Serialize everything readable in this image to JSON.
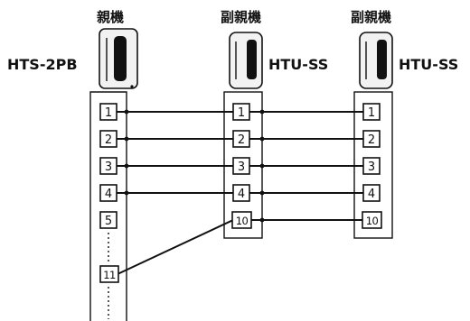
{
  "units": {
    "master": {
      "title": "親機",
      "model": "HTS-2PB",
      "terminals": [
        "1",
        "2",
        "3",
        "4",
        "5",
        "11"
      ]
    },
    "sub1": {
      "title": "副親機",
      "model": "HTU-SS",
      "terminals": [
        "1",
        "2",
        "3",
        "4",
        "10"
      ]
    },
    "sub2": {
      "title": "副親機",
      "model": "HTU-SS",
      "terminals": [
        "1",
        "2",
        "3",
        "4",
        "10"
      ]
    }
  },
  "connections": [
    {
      "from": "master:1",
      "to": "sub1:1",
      "then": "sub2:1"
    },
    {
      "from": "master:2",
      "to": "sub1:2",
      "then": "sub2:2"
    },
    {
      "from": "master:3",
      "to": "sub1:3",
      "then": "sub2:3"
    },
    {
      "from": "master:4",
      "to": "sub1:4",
      "then": "sub2:4"
    },
    {
      "from": "master:11",
      "to": "sub1:10",
      "then": "sub2:10"
    }
  ]
}
